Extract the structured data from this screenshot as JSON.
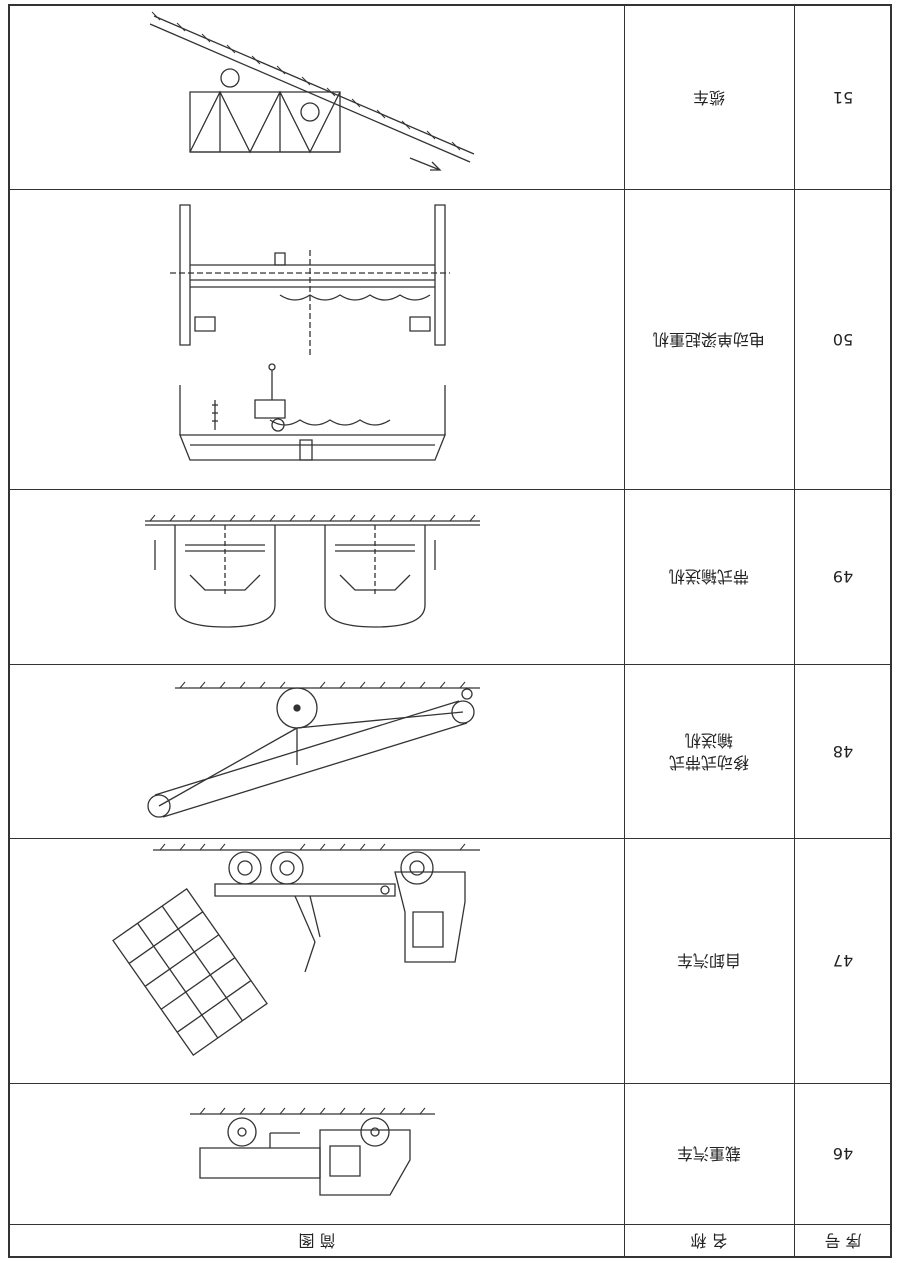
{
  "header": {
    "number": "序 号",
    "name": "名 称",
    "drawing": "简 图"
  },
  "rows": [
    {
      "number": "51",
      "name": "缆车"
    },
    {
      "number": "50",
      "name": "电动单梁起重机"
    },
    {
      "number": "49",
      "name": "带式输送机"
    },
    {
      "number": "48",
      "name": "移动式带式\n输送机"
    },
    {
      "number": "47",
      "name": "自卸汽车"
    },
    {
      "number": "46",
      "name": "载重汽车"
    }
  ]
}
